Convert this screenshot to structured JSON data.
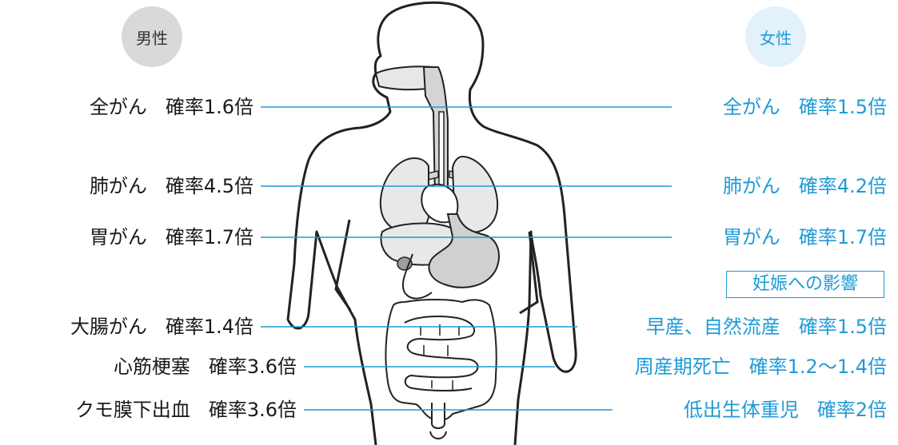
{
  "colors": {
    "male_text": "#1a1a1a",
    "female_accent": "#1f9bd7",
    "body_outline": "#222222",
    "organ_fill": "#e8e8e8",
    "organ_dark": "#bdbdbd",
    "male_badge": "#d9d9d9",
    "female_badge": "#e3f1fb"
  },
  "headers": {
    "male": "男性",
    "female": "女性"
  },
  "male": [
    {
      "disease": "全がん",
      "risk": "確率1.6倍"
    },
    {
      "disease": "肺がん",
      "risk": "確率4.5倍"
    },
    {
      "disease": "胃がん",
      "risk": "確率1.7倍"
    },
    {
      "disease": "大腸がん",
      "risk": "確率1.4倍"
    },
    {
      "disease": "心筋梗塞",
      "risk": "確率3.6倍"
    },
    {
      "disease": "クモ膜下出血",
      "risk": "確率3.6倍"
    }
  ],
  "female": [
    {
      "disease": "全がん",
      "risk": "確率1.5倍"
    },
    {
      "disease": "肺がん",
      "risk": "確率4.2倍"
    },
    {
      "disease": "胃がん",
      "risk": "確率1.7倍"
    },
    {
      "disease": "早産、自然流産",
      "risk": "確率1.5倍"
    },
    {
      "disease": "周産期死亡",
      "risk": "確率1.2〜1.4倍"
    },
    {
      "disease": "低出生体重児",
      "risk": "確率2倍"
    }
  ],
  "pregnancy_label": "妊娠への影響"
}
